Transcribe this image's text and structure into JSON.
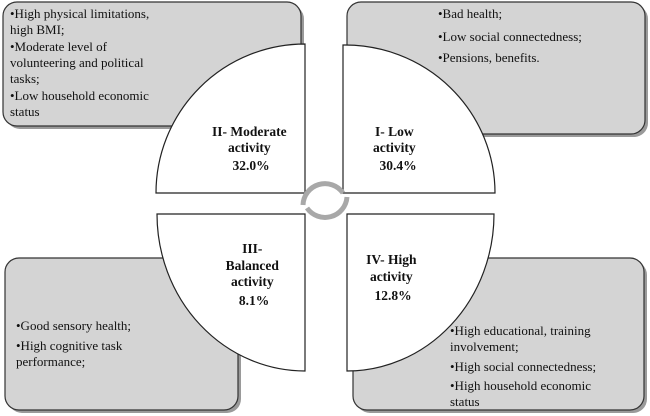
{
  "quadrants": [
    {
      "id": "I",
      "title_line1": "I- Low",
      "title_line2": "activity",
      "percent": "30.4%",
      "bullets": [
        "•Bad health;",
        "•Low social connectedness;",
        "•Pensions, benefits."
      ]
    },
    {
      "id": "II",
      "title_line1": "II- Moderate",
      "title_line2": "activity",
      "percent": "32.0%",
      "bullets": [
        "•High physical limitations,",
        " high BMI;",
        "•Moderate level of",
        " volunteering and political",
        " tasks;",
        "•Low household economic",
        " status"
      ]
    },
    {
      "id": "III",
      "title_line1": "III-",
      "title_line2": "Balanced",
      "title_line3": "activity",
      "percent": "8.1%",
      "bullets": [
        "•Good sensory health;",
        "•High cognitive task",
        " performance;"
      ]
    },
    {
      "id": "IV",
      "title_line1": "IV- High",
      "title_line2": "activity",
      "percent": "12.8%",
      "bullets": [
        "•High educational, training",
        " involvement;",
        "•High social connectedness;",
        "•High household economic",
        " status"
      ]
    }
  ],
  "colors": {
    "box": "#d4d4d4",
    "cycle": "#a8a8a8"
  }
}
